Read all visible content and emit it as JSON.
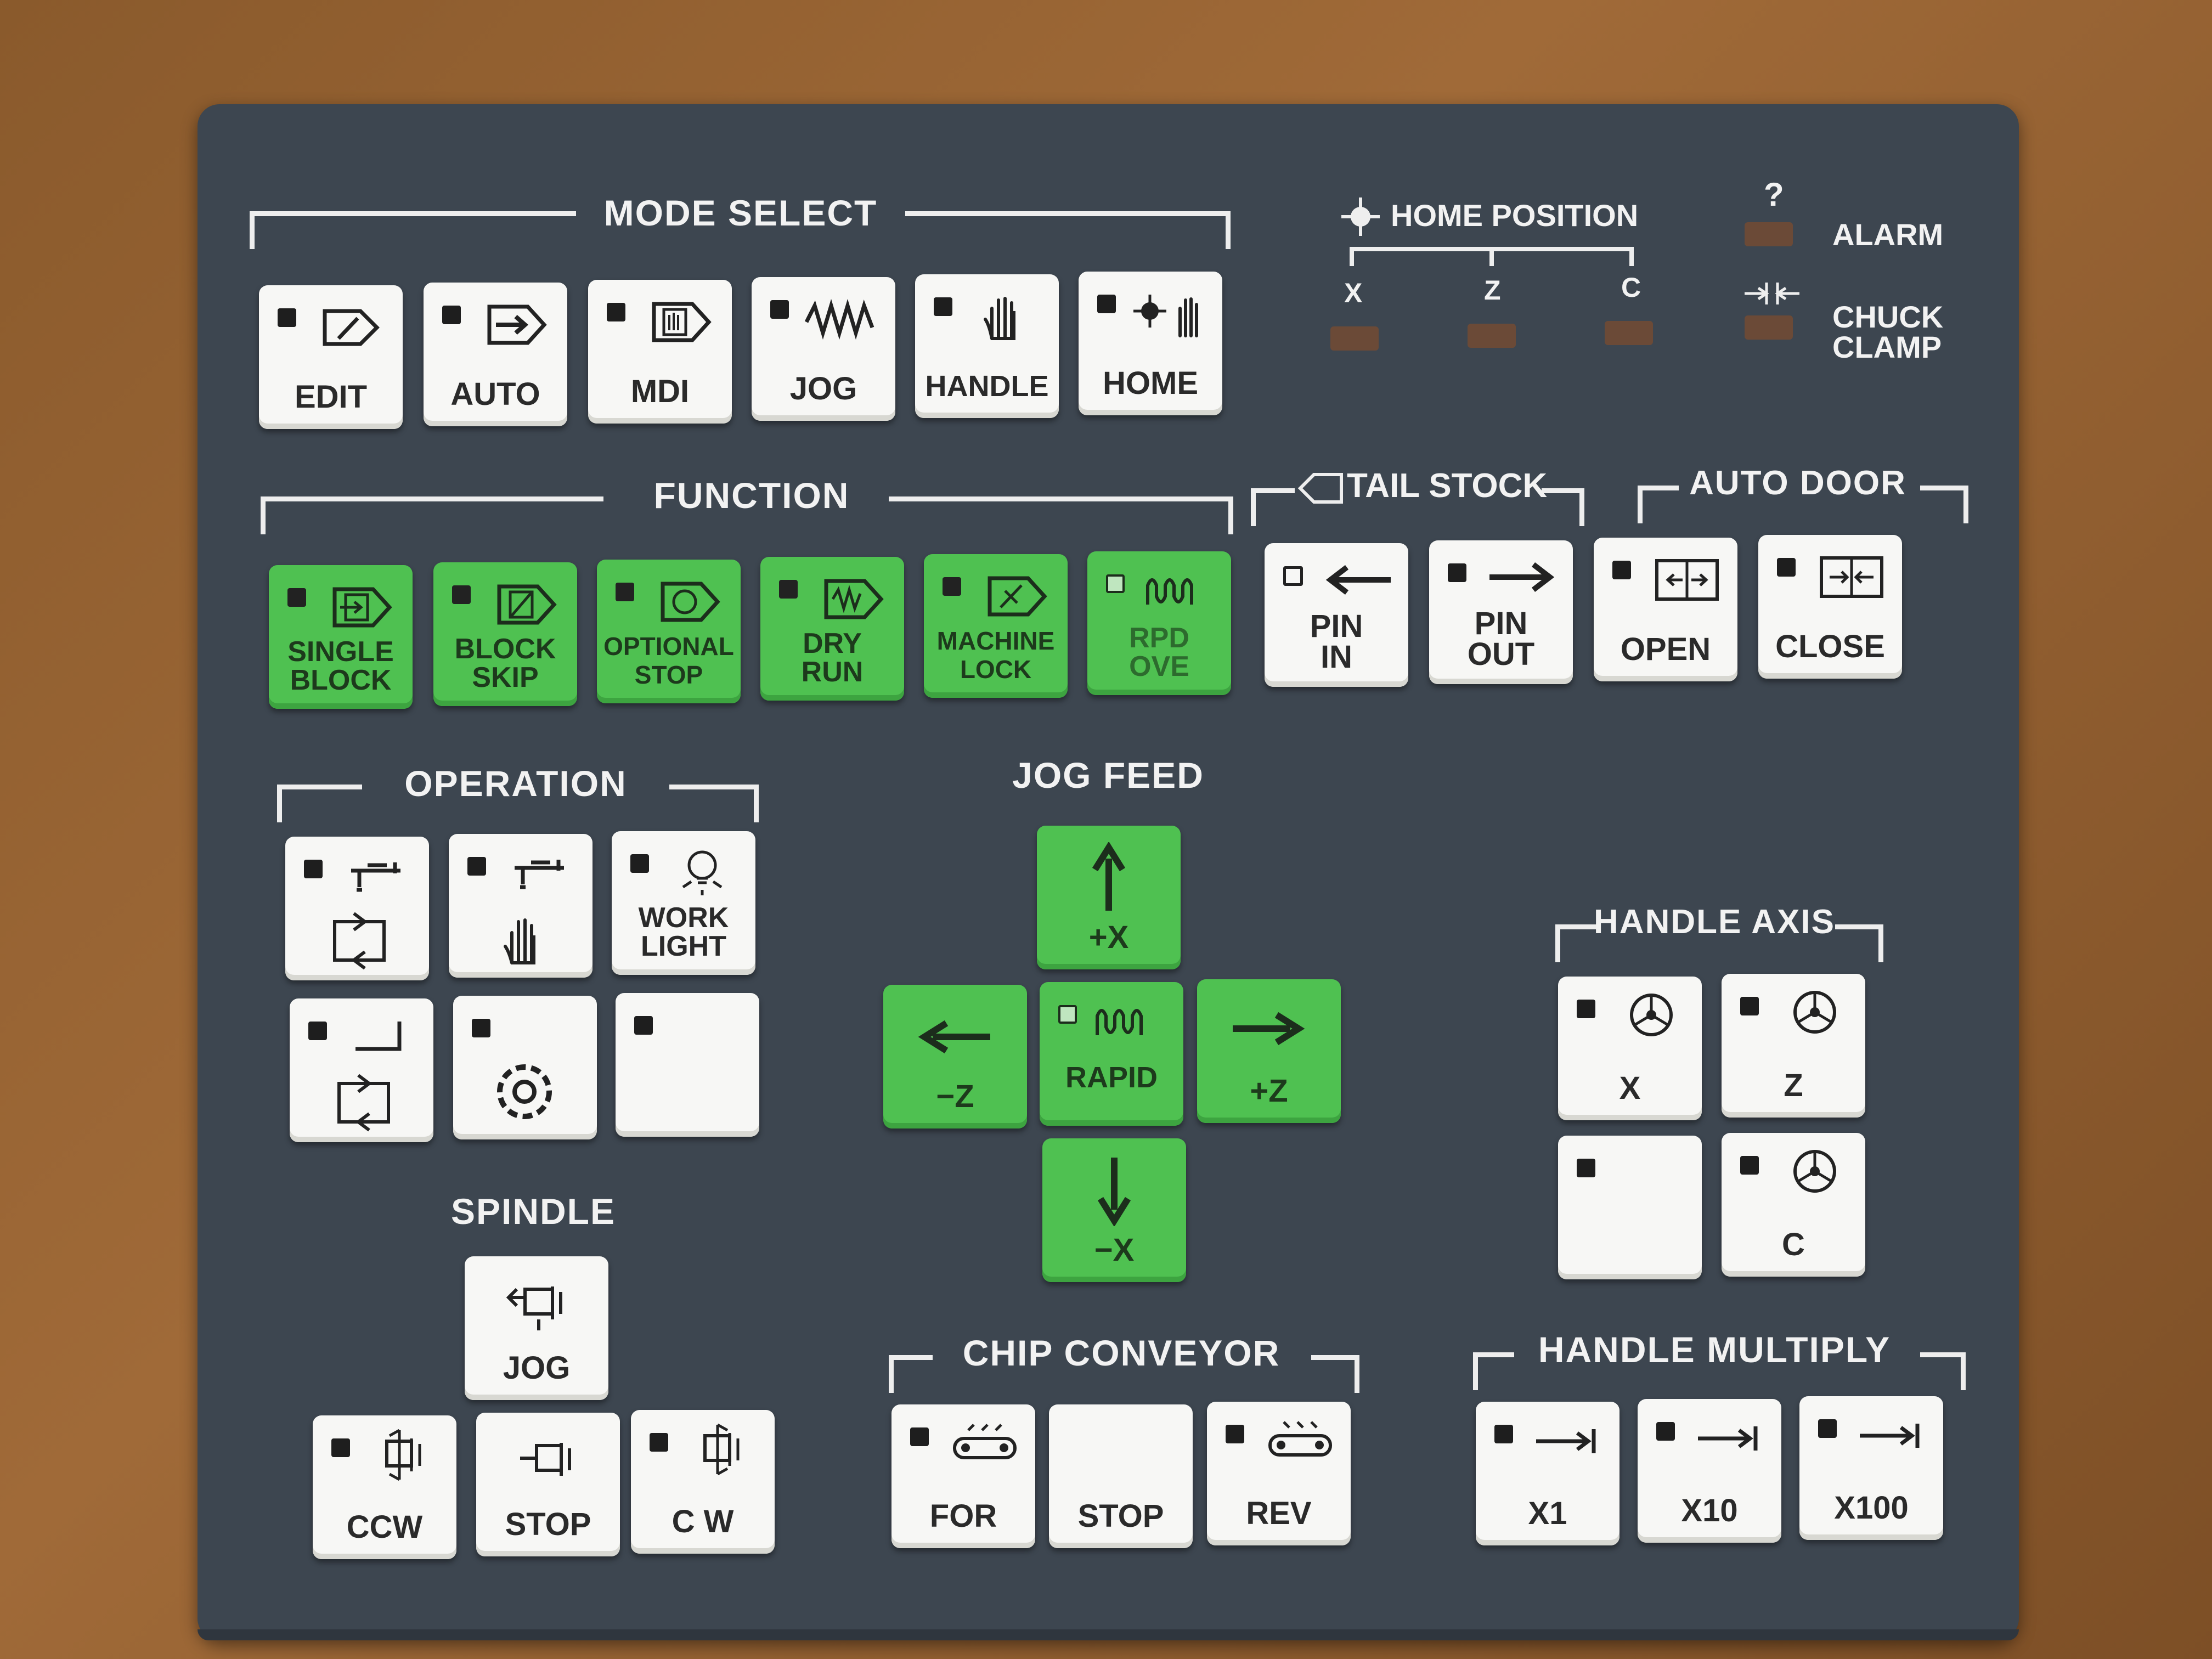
{
  "mode_select": {
    "title": "MODE SELECT",
    "keys": [
      {
        "label": "EDIT",
        "icon": "edit-icon"
      },
      {
        "label": "AUTO",
        "icon": "auto-arrow-icon"
      },
      {
        "label": "MDI",
        "icon": "mdi-hand-icon"
      },
      {
        "label": "JOG",
        "icon": "jog-zigzag-icon"
      },
      {
        "label": "HANDLE",
        "icon": "hand-icon"
      },
      {
        "label": "HOME",
        "icon": "home-target-hand-icon"
      }
    ]
  },
  "home_position": {
    "title": "HOME POSITION",
    "axes": [
      "X",
      "Z",
      "C"
    ]
  },
  "indicators": {
    "alarm_symbol": "?",
    "alarm": "ALARM",
    "chuck_line1": "CHUCK",
    "chuck_line2": "CLAMP"
  },
  "function": {
    "title": "FUNCTION",
    "keys": [
      {
        "line1": "SINGLE",
        "line2": "BLOCK",
        "icon": "single-block-icon"
      },
      {
        "line1": "BLOCK",
        "line2": "SKIP",
        "icon": "block-skip-icon"
      },
      {
        "line1": "OPTIONAL",
        "line2": "STOP",
        "icon": "optional-stop-icon"
      },
      {
        "line1": "DRY",
        "line2": "RUN",
        "icon": "dry-run-icon"
      },
      {
        "line1": "MACHINE",
        "line2": "LOCK",
        "icon": "machine-lock-icon"
      },
      {
        "line1": "RPD",
        "line2": "OVE",
        "icon": "rapid-override-icon"
      }
    ]
  },
  "tail_stock": {
    "title": "TAIL STOCK",
    "keys": [
      {
        "line1": "PIN",
        "line2": "IN"
      },
      {
        "line1": "PIN",
        "line2": "OUT"
      }
    ]
  },
  "auto_door": {
    "title": "AUTO DOOR",
    "keys": [
      {
        "label": "OPEN"
      },
      {
        "label": "CLOSE"
      }
    ]
  },
  "operation": {
    "title": "OPERATION",
    "work_light_line1": "WORK",
    "work_light_line2": "LIGHT"
  },
  "jog_feed": {
    "title": "JOG FEED",
    "plus_x": "+X",
    "minus_x": "−X",
    "plus_z": "+Z",
    "minus_z": "−Z",
    "rapid": "RAPID"
  },
  "handle_axis": {
    "title": "HANDLE AXIS",
    "keys": [
      "X",
      "Z",
      "C"
    ]
  },
  "spindle": {
    "title": "SPINDLE",
    "jog": "JOG",
    "ccw": "CCW",
    "stop": "STOP",
    "cw": "C W"
  },
  "chip_conveyor": {
    "title": "CHIP CONVEYOR",
    "keys": [
      "FOR",
      "STOP",
      "REV"
    ]
  },
  "handle_multiply": {
    "title": "HANDLE MULTIPLY",
    "keys": [
      "X1",
      "X10",
      "X100"
    ]
  }
}
